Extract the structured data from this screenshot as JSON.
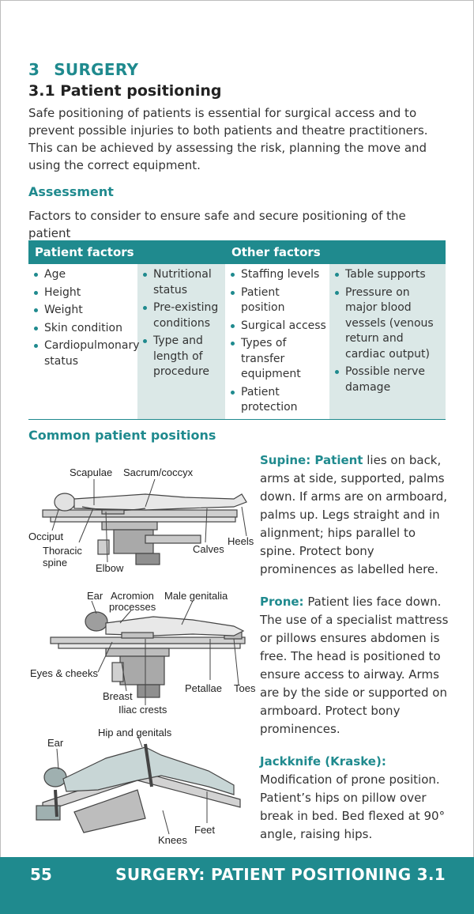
{
  "chapter": {
    "number": "3",
    "title": "SURGERY"
  },
  "section": {
    "title": "3.1 Patient positioning"
  },
  "intro": "Safe positioning of patients is essential for surgical access and to prevent possible injuries to both patients and theatre practitioners. This can be achieved by assessing the risk, planning the move and using the correct equipment.",
  "assessment": {
    "heading": "Assessment",
    "text": "Factors to consider to ensure safe and secure positioning of the patient"
  },
  "factors_table": {
    "headers": [
      "Patient factors",
      "Other factors"
    ],
    "columns": [
      [
        "Age",
        "Height",
        "Weight",
        "Skin condition",
        "Cardiopulmonary status"
      ],
      [
        "Nutritional status",
        "Pre-existing conditions",
        "Type and length of procedure"
      ],
      [
        "Staffing levels",
        "Patient position",
        "Surgical access",
        "Types of transfer equipment",
        "Patient protection"
      ],
      [
        "Table supports",
        "Pressure on major blood vessels (venous return and cardiac output)",
        "Possible nerve damage"
      ]
    ]
  },
  "common_positions": {
    "heading": "Common patient positions",
    "items": [
      {
        "title": "Supine: Patient",
        "text": " lies on back, arms at side, supported, palms down. If arms are on armboard, palms up. Legs straight and in alignment; hips parallel to spine. Protect bony prominences as labelled here."
      },
      {
        "title": "Prone:",
        "text": " Patient lies face down. The use of a specialist mattress or pillows ensures abdomen is free. The head is positioned to ensure access to airway. Arms are by the side or supported on armboard. Protect bony prominences."
      },
      {
        "title": "Jackknife (Kraske):",
        "text": "Modification of prone position. Patient’s hips on pillow over break in bed. Bed flexed at 90° angle, raising hips."
      }
    ]
  },
  "illustrations": {
    "supine_labels": [
      "Scapulae",
      "Sacrum/coccyx",
      "Occiput",
      "Thoracic",
      "spine",
      "Elbow",
      "Calves",
      "Heels"
    ],
    "prone_labels": [
      "Ear",
      "Acromion",
      "processes",
      "Male genitalia",
      "Eyes & cheeks",
      "Breast",
      "Iliac crests",
      "Petallae",
      "Toes"
    ],
    "jackknife_labels": [
      "Ear",
      "Hip and genitals",
      "Feet",
      "Knees"
    ]
  },
  "footer": {
    "page_number": "55",
    "running_head": "SURGERY: PATIENT POSITIONING 3.1"
  },
  "colors": {
    "accent": "#1f8a8e",
    "table_shade": "#dbe8e7"
  }
}
